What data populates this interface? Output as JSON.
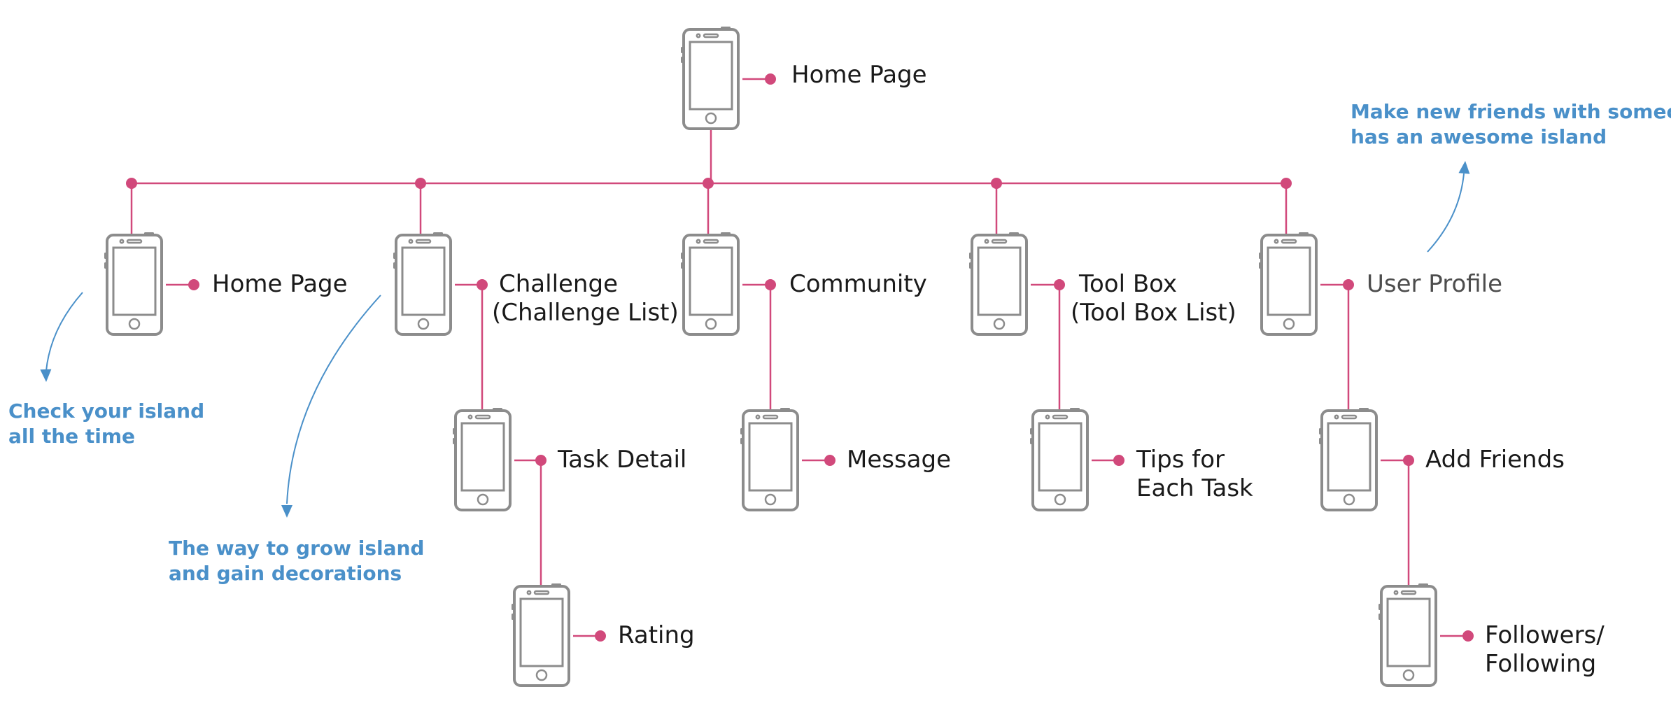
{
  "colors": {
    "connector": "#d1497b",
    "note": "#4a90c9",
    "phone": "#8c8c8c",
    "label": "#1a1a1a"
  },
  "nodes": {
    "root": {
      "lines": [
        "Home Page"
      ]
    },
    "home": {
      "lines": [
        "Home Page"
      ]
    },
    "challenge": {
      "lines": [
        "Challenge",
        "(Challenge List)"
      ]
    },
    "community": {
      "lines": [
        "Community"
      ]
    },
    "toolbox": {
      "lines": [
        "Tool Box",
        "(Tool Box List)"
      ]
    },
    "profile": {
      "lines": [
        "User Profile"
      ]
    },
    "task_detail": {
      "lines": [
        "Task Detail"
      ]
    },
    "message": {
      "lines": [
        "Message"
      ]
    },
    "tips": {
      "lines": [
        "Tips for",
        "Each Task"
      ]
    },
    "add_friends": {
      "lines": [
        "Add Friends"
      ]
    },
    "rating": {
      "lines": [
        "Rating"
      ]
    },
    "followers": {
      "lines": [
        "Followers/",
        "Following"
      ]
    }
  },
  "notes": {
    "home": {
      "lines": [
        "Check  your  island",
        "all the time"
      ]
    },
    "challenge": {
      "lines": [
        "The way to grow island",
        "and gain decorations"
      ]
    },
    "profile": {
      "lines": [
        "Make new friends with someon",
        "has an awesome island"
      ]
    }
  }
}
